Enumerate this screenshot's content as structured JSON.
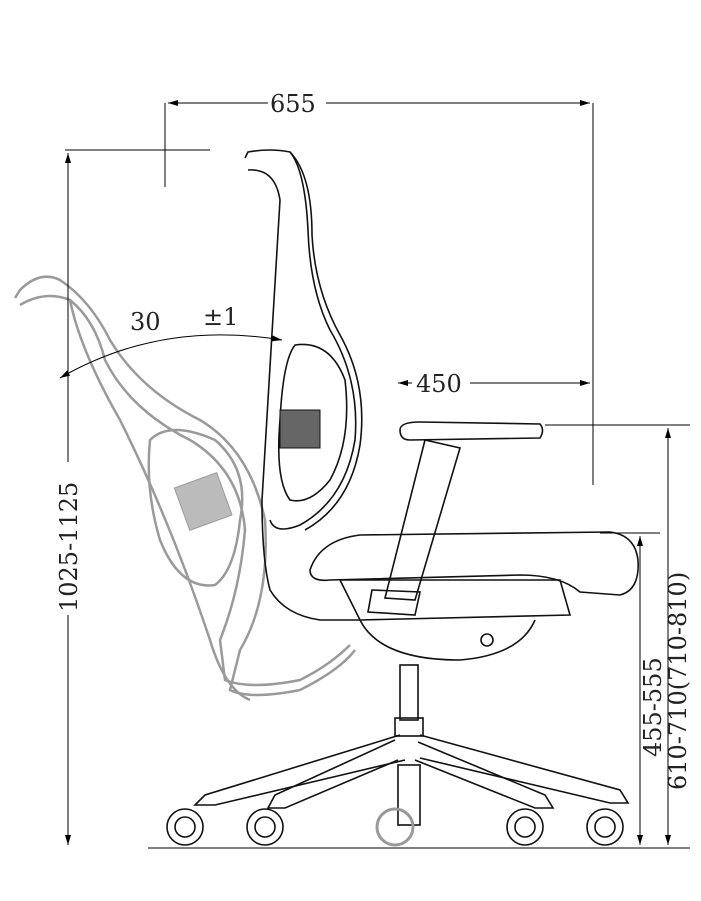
{
  "title": "Office chair side elevation dimension drawing",
  "dimensions": {
    "overall_depth": "655",
    "recline_angle": "30",
    "recline_tolerance": "±1",
    "armrest_depth": "450",
    "overall_height": "1025-1125",
    "seat_height": "455-555",
    "armrest_height": "610-710(710-810)"
  },
  "colors": {
    "line": "#000000",
    "ghost": "#9a9a9a"
  }
}
